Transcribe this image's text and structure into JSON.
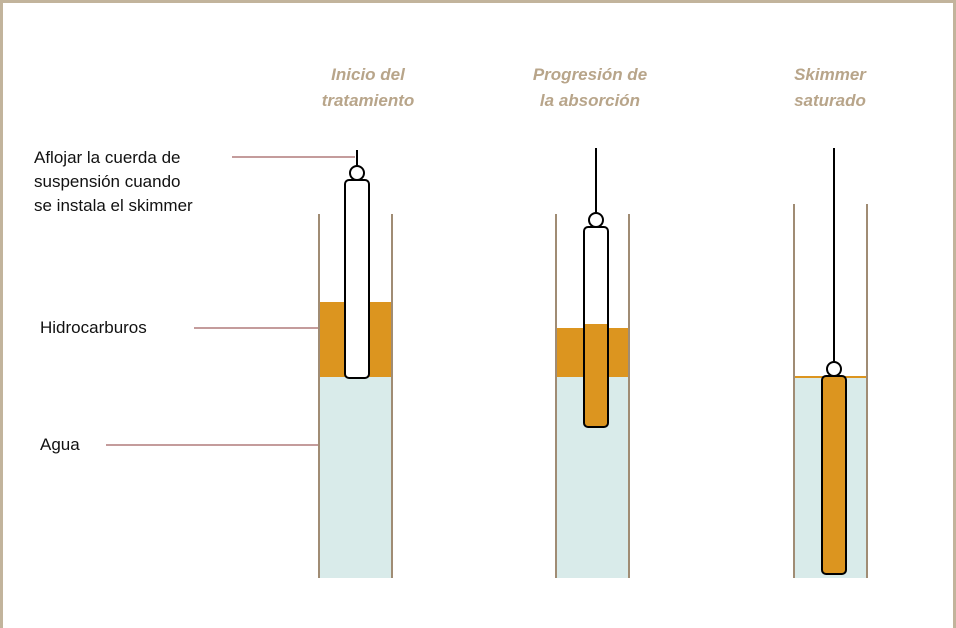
{
  "stages": [
    {
      "title": "Inicio del\ntratamiento",
      "hydrocarbon_level": "full",
      "skimmer_saturation": "empty"
    },
    {
      "title": "Progresión de\nla absorción",
      "hydrocarbon_level": "reduced",
      "skimmer_saturation": "partial"
    },
    {
      "title": "Skimmer\nsaturado",
      "hydrocarbon_level": "none",
      "skimmer_saturation": "full"
    }
  ],
  "labels": {
    "suspension": "Aflojar la cuerda de\nsuspensión cuando\nse instala el skimmer",
    "hydrocarbons": "Hidrocarburos",
    "water": "Agua"
  },
  "colors": {
    "frame": "#c2b49c",
    "title": "#b8a58a",
    "well_wall": "#a08c74",
    "water": "#d9ebea",
    "hydrocarbon": "#dc951f",
    "leader_line": "#8a3a3a",
    "skimmer_outline": "#000000"
  }
}
